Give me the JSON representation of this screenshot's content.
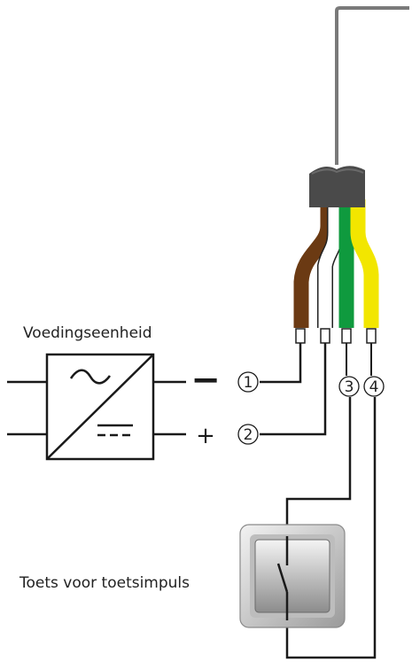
{
  "labels": {
    "power_supply": "Voedingseenheid",
    "button": "Toets voor toetsimpuls"
  },
  "terminals": {
    "minus": "−",
    "plus": "+",
    "t1": "1",
    "t2": "2",
    "t3": "3",
    "t4": "4"
  },
  "wire_colors": {
    "brown": "#6b3a13",
    "white": "#ffffff",
    "green": "#0f9a3e",
    "yellow": "#f2e600",
    "cable_jacket": "#4a4a4a",
    "cable_line": "#7a7a7a",
    "line": "#1a1a1a"
  }
}
